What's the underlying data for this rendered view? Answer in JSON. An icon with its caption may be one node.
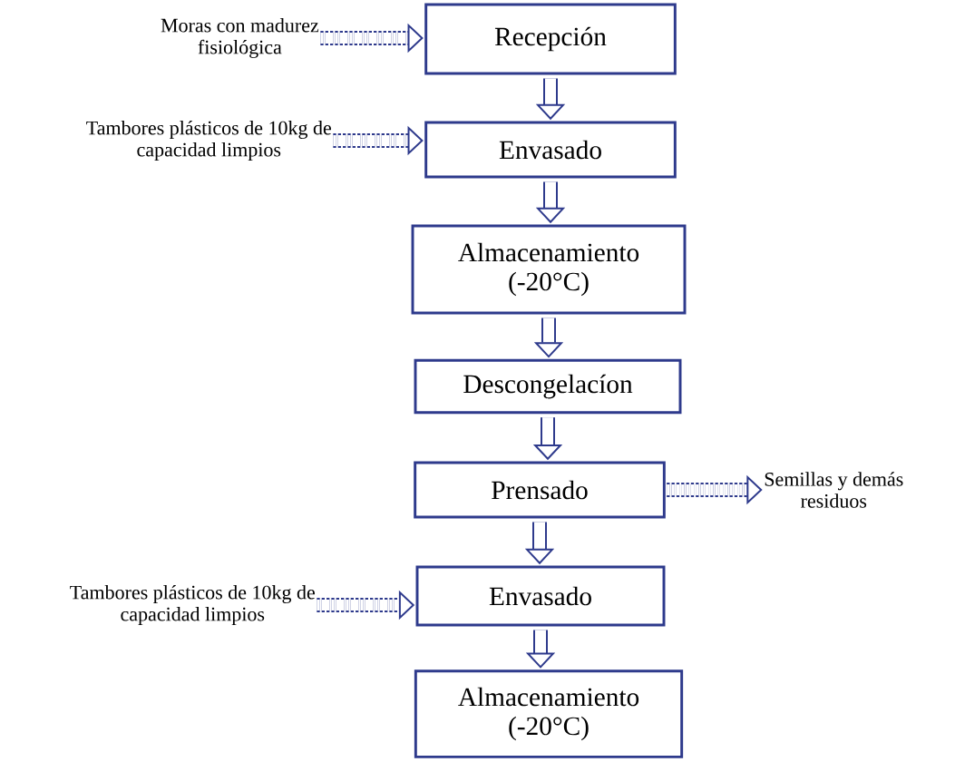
{
  "diagram": {
    "nodes": [
      {
        "text": [
          "Recepción"
        ]
      },
      {
        "text": [
          "Envasado"
        ]
      },
      {
        "text": [
          "Almacenamiento (-20°C)"
        ]
      },
      {
        "text": [
          "Descongelacíon"
        ]
      },
      {
        "text": [
          "Prensado"
        ]
      },
      {
        "text": [
          "Envasado"
        ]
      },
      {
        "text": [
          "Almacenamiento (-20°C)"
        ]
      },
      {
        "text": [
          "Moras con madurez fisiológica"
        ]
      },
      {
        "text": [
          "Tambores plásticos de 10kg de capacidad limpios"
        ]
      },
      {
        "text": [
          "Semillas y demás residuos"
        ]
      },
      {
        "text": [
          "Tambores plásticos de 10kg de capacidad limpios"
        ]
      }
    ],
    "edges": [
      {
        "from": 0,
        "to": 1,
        "arrow": "to"
      },
      {
        "from": 1,
        "to": 2,
        "arrow": "to"
      },
      {
        "from": 2,
        "to": 3,
        "arrow": "to"
      },
      {
        "from": 3,
        "to": 4,
        "arrow": "to"
      },
      {
        "from": 4,
        "to": 5,
        "arrow": "to"
      },
      {
        "from": 5,
        "to": 6,
        "arrow": "to"
      },
      {
        "from": 7,
        "to": 0,
        "arrow": "to",
        "style": "dashed"
      },
      {
        "from": 8,
        "to": 1,
        "arrow": "to",
        "style": "dashed"
      },
      {
        "from": 4,
        "to": 9,
        "arrow": "to",
        "style": "dashed"
      },
      {
        "from": 10,
        "to": 5,
        "arrow": "to",
        "style": "dashed"
      }
    ]
  }
}
